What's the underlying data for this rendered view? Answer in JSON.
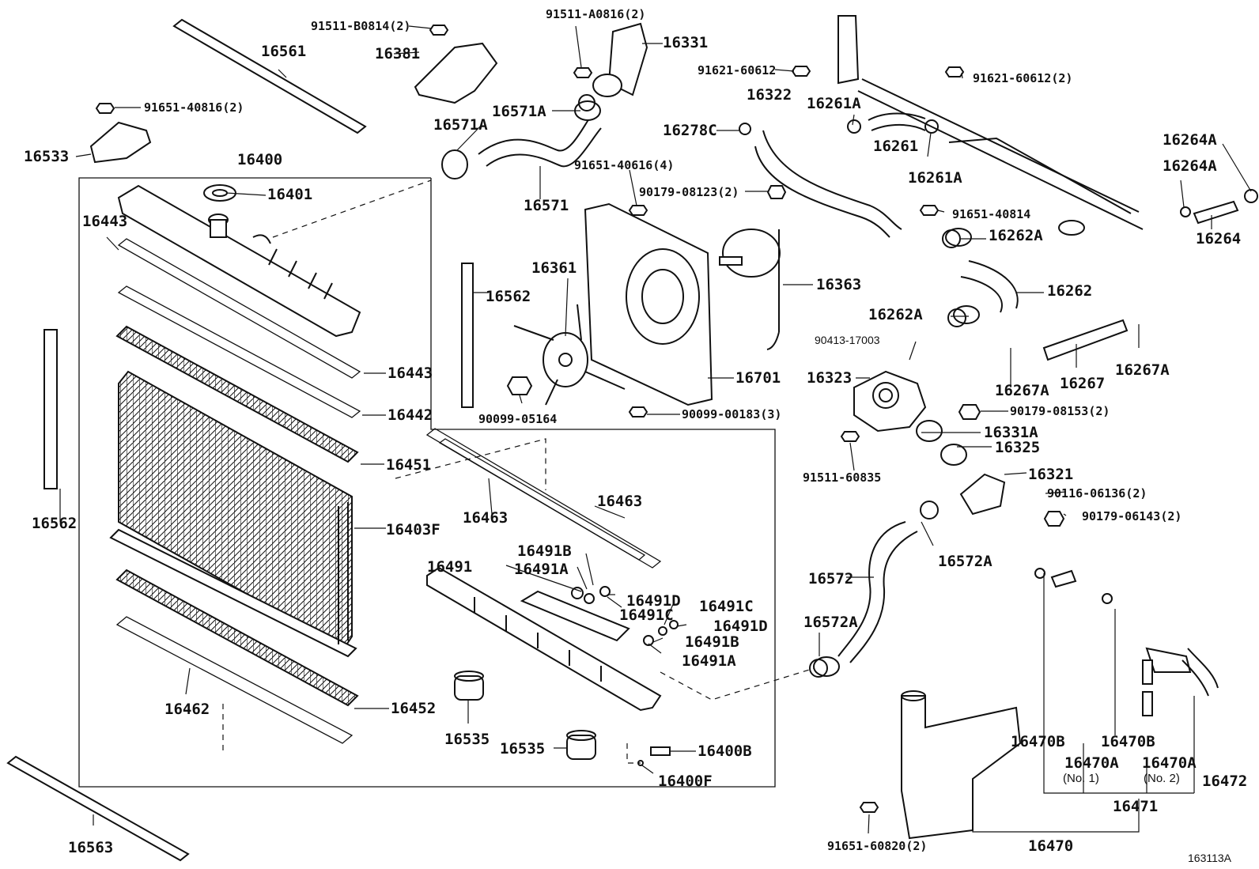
{
  "diagram": {
    "figure_code": "163113A",
    "parts": [
      {
        "id": "p16561",
        "number": "16561"
      },
      {
        "id": "p91511B0814",
        "number": "91511-B0814(2)"
      },
      {
        "id": "p16381",
        "number": "16381"
      },
      {
        "id": "p91511A0816",
        "number": "91511-A0816(2)"
      },
      {
        "id": "p16331",
        "number": "16331"
      },
      {
        "id": "p91621a",
        "number": "91621-60612"
      },
      {
        "id": "p91621b",
        "number": "91621-60612(2)"
      },
      {
        "id": "p91651_40816",
        "number": "91651-40816(2)"
      },
      {
        "id": "p16533",
        "number": "16533"
      },
      {
        "id": "p16571A_1",
        "number": "16571A"
      },
      {
        "id": "p16571A_2",
        "number": "16571A"
      },
      {
        "id": "p16322",
        "number": "16322"
      },
      {
        "id": "p16261A_1",
        "number": "16261A"
      },
      {
        "id": "p16278C",
        "number": "16278C"
      },
      {
        "id": "p16261",
        "number": "16261"
      },
      {
        "id": "p16261A_2",
        "number": "16261A"
      },
      {
        "id": "p16264A_1",
        "number": "16264A"
      },
      {
        "id": "p16264A_2",
        "number": "16264A"
      },
      {
        "id": "p16400",
        "number": "16400"
      },
      {
        "id": "p16401",
        "number": "16401"
      },
      {
        "id": "p16571",
        "number": "16571"
      },
      {
        "id": "p91651_40616",
        "number": "91651-40616(4)"
      },
      {
        "id": "p90179_08123",
        "number": "90179-08123(2)"
      },
      {
        "id": "p91651_40814",
        "number": "91651-40814"
      },
      {
        "id": "p16264",
        "number": "16264"
      },
      {
        "id": "p16443_1",
        "number": "16443"
      },
      {
        "id": "p16262A_1",
        "number": "16262A"
      },
      {
        "id": "p16361",
        "number": "16361"
      },
      {
        "id": "p16363",
        "number": "16363"
      },
      {
        "id": "p16262",
        "number": "16262"
      },
      {
        "id": "p16562_1",
        "number": "16562"
      },
      {
        "id": "p16262A_2",
        "number": "16262A"
      },
      {
        "id": "p90413",
        "number": "90413-17003"
      },
      {
        "id": "p16443_2",
        "number": "16443"
      },
      {
        "id": "p16701",
        "number": "16701"
      },
      {
        "id": "p16323",
        "number": "16323"
      },
      {
        "id": "p16267A_1",
        "number": "16267A"
      },
      {
        "id": "p16267",
        "number": "16267"
      },
      {
        "id": "p16267A_2",
        "number": "16267A"
      },
      {
        "id": "p90179_08153",
        "number": "90179-08153(2)"
      },
      {
        "id": "p16442",
        "number": "16442"
      },
      {
        "id": "p90099_05164",
        "number": "90099-05164"
      },
      {
        "id": "p90099_00183",
        "number": "90099-00183(3)"
      },
      {
        "id": "p16331A",
        "number": "16331A"
      },
      {
        "id": "p16325",
        "number": "16325"
      },
      {
        "id": "p16451",
        "number": "16451"
      },
      {
        "id": "p91511_60835",
        "number": "91511-60835"
      },
      {
        "id": "p16321",
        "number": "16321"
      },
      {
        "id": "p90116",
        "number": "90116-06136(2)"
      },
      {
        "id": "p16463_1",
        "number": "16463"
      },
      {
        "id": "p16463_2",
        "number": "16463"
      },
      {
        "id": "p90179_06143",
        "number": "90179-06143(2)"
      },
      {
        "id": "p16562_2",
        "number": "16562"
      },
      {
        "id": "p16403F",
        "number": "16403F"
      },
      {
        "id": "p16572A_1",
        "number": "16572A"
      },
      {
        "id": "p16491B_1",
        "number": "16491B"
      },
      {
        "id": "p16491",
        "number": "16491"
      },
      {
        "id": "p16491A_1",
        "number": "16491A"
      },
      {
        "id": "p16572",
        "number": "16572"
      },
      {
        "id": "p16491D_1",
        "number": "16491D"
      },
      {
        "id": "p16491C_1",
        "number": "16491C"
      },
      {
        "id": "p16491C_2",
        "number": "16491C"
      },
      {
        "id": "p16491D_2",
        "number": "16491D"
      },
      {
        "id": "p16572A_2",
        "number": "16572A"
      },
      {
        "id": "p16491B_2",
        "number": "16491B"
      },
      {
        "id": "p16491A_2",
        "number": "16491A"
      },
      {
        "id": "p16462",
        "number": "16462"
      },
      {
        "id": "p16452",
        "number": "16452"
      },
      {
        "id": "p16535_1",
        "number": "16535"
      },
      {
        "id": "p16535_2",
        "number": "16535"
      },
      {
        "id": "p16400B",
        "number": "16400B"
      },
      {
        "id": "p16470B_1",
        "number": "16470B"
      },
      {
        "id": "p16470B_2",
        "number": "16470B"
      },
      {
        "id": "p16470A_1",
        "number": "16470A"
      },
      {
        "id": "p16470A_1n",
        "number": "(No. 1)"
      },
      {
        "id": "p16470A_2",
        "number": "16470A"
      },
      {
        "id": "p16470A_2n",
        "number": "(No. 2)"
      },
      {
        "id": "p16472",
        "number": "16472"
      },
      {
        "id": "p16400F",
        "number": "16400F"
      },
      {
        "id": "p16471",
        "number": "16471"
      },
      {
        "id": "p16563",
        "number": "16563"
      },
      {
        "id": "p91651_60820",
        "number": "91651-60820(2)"
      },
      {
        "id": "p16470",
        "number": "16470"
      }
    ]
  }
}
